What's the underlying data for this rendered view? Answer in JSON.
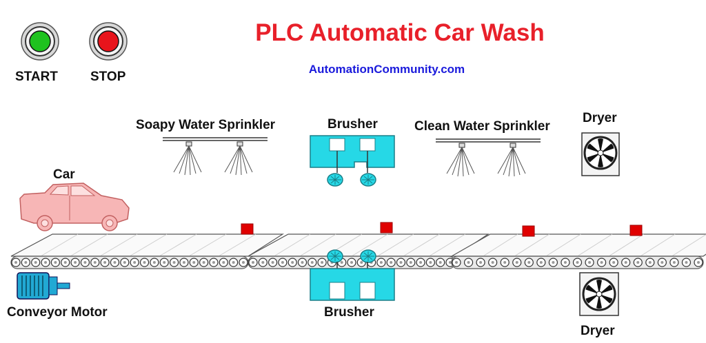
{
  "header": {
    "title": "PLC Automatic Car Wash",
    "subtitle": "AutomationCommunity.com"
  },
  "controls": {
    "start_label": "START",
    "stop_label": "STOP",
    "start_color": "#1fc21f",
    "stop_color": "#e8141c"
  },
  "stations": {
    "soapy_label": "Soapy Water Sprinkler",
    "brusher_top_label": "Brusher",
    "clean_label": "Clean Water Sprinkler",
    "dryer_top_label": "Dryer",
    "car_label": "Car",
    "motor_label": "Conveyor Motor",
    "brusher_bottom_label": "Brusher",
    "dryer_bottom_label": "Dryer"
  },
  "colors": {
    "car": "#f7b6b6",
    "brusher": "#26d8e6",
    "sensor": "#e00000",
    "motor": "#21a9d4"
  },
  "icons": {
    "start": "start-button-icon",
    "stop": "stop-button-icon",
    "sprinkler": "sprinkler-icon",
    "fan": "fan-icon",
    "motor": "motor-icon",
    "car": "car-icon"
  }
}
